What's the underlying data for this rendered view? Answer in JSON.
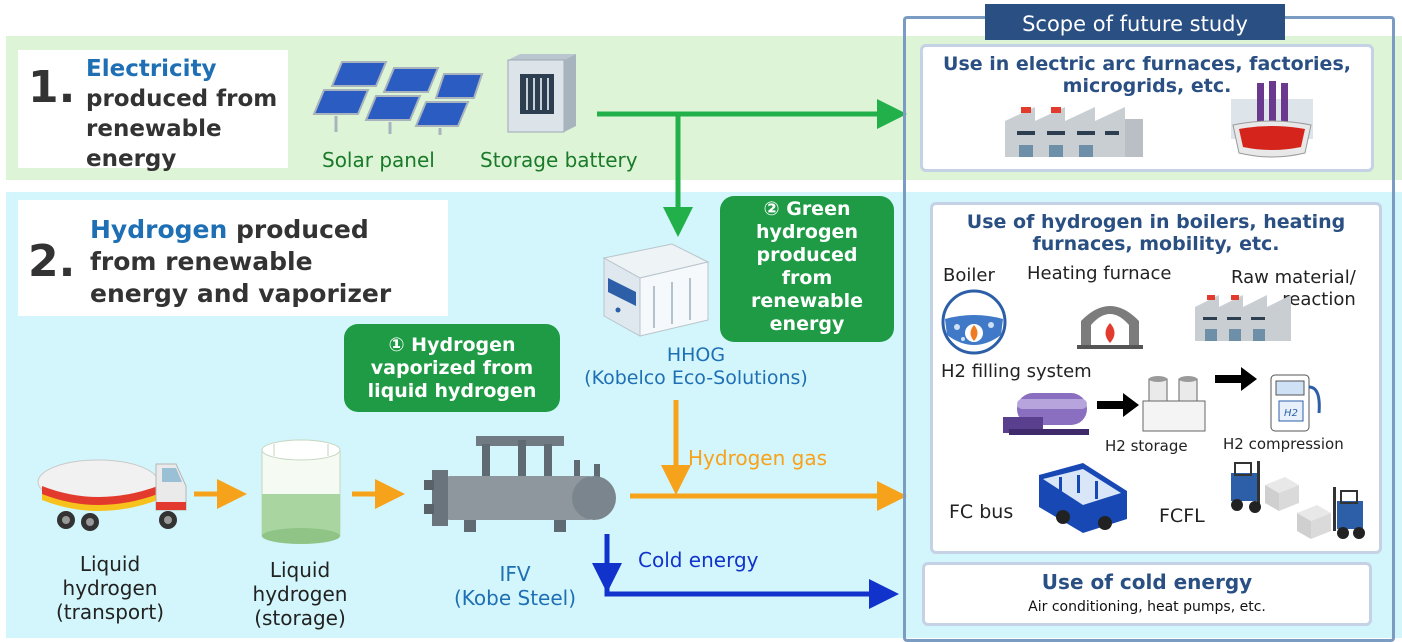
{
  "scope_header": "Scope of future study",
  "section1": {
    "number": "1.",
    "highlight": "Electricity",
    "rest": [
      "produced from",
      "renewable",
      "energy"
    ]
  },
  "section2": {
    "number": "2.",
    "highlight": "Hydrogen",
    "rest_first": " produced",
    "rest": [
      "from renewable",
      "energy and vaporizer"
    ]
  },
  "labels": {
    "solar_panel": "Solar panel",
    "storage_battery": "Storage battery",
    "hhog": "HHOG",
    "hhog_maker": "(Kobelco Eco-Solutions)",
    "ifv": "IFV",
    "ifv_maker": "(Kobe Steel)",
    "hydrogen_gas": "Hydrogen gas",
    "cold_energy": "Cold energy",
    "lh2_transport": [
      "Liquid",
      "hydrogen",
      "(transport)"
    ],
    "lh2_storage": [
      "Liquid",
      "hydrogen",
      "(storage)"
    ]
  },
  "callouts": {
    "vaporized": [
      "① Hydrogen",
      "vaporized from",
      "liquid hydrogen"
    ],
    "green": [
      "② Green",
      "hydrogen",
      "produced",
      "from",
      "renewable",
      "energy"
    ]
  },
  "panels": {
    "electric": {
      "title": [
        "Use in electric arc furnaces, factories,",
        "microgrids, etc."
      ]
    },
    "hydrogen": {
      "title": [
        "Use of hydrogen in boilers, heating",
        "furnaces, mobility, etc."
      ],
      "boiler": "Boiler",
      "heating_furnace": "Heating furnace",
      "raw_material": [
        "Raw material/",
        "reaction"
      ],
      "h2_filling": "H2 filling system",
      "h2_storage": "H2 storage",
      "h2_compression": "H2 compression",
      "dispenser_text": "H2",
      "fc_bus": "FC bus",
      "fcfl": "FCFL"
    },
    "cold": {
      "title": "Use of cold energy",
      "subtitle": "Air conditioning, heat pumps, etc."
    }
  },
  "colors": {
    "green_arrow": "#22b04a",
    "orange_arrow": "#f7a21b",
    "blue_arrow": "#1133cc",
    "navy": "#2a4f82"
  }
}
